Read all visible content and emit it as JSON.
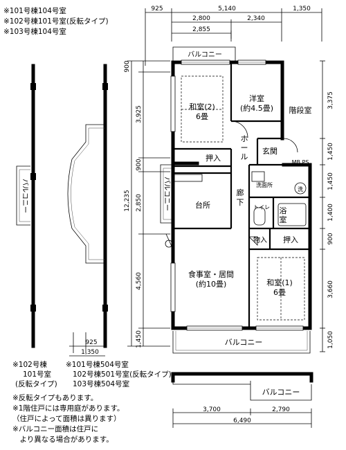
{
  "notes_top": [
    "※101号棟104号室",
    "※102号棟101号室(反転タイプ)",
    "※103号棟104号室"
  ],
  "dims_top": {
    "d925": "925",
    "d5140": "5,140",
    "d1350": "1,350",
    "d2800": "2,800",
    "d2340": "2,340",
    "d2855": "2,855"
  },
  "dims_left": {
    "d900": "900",
    "d3925": "3,925",
    "d900b": "900",
    "d2850": "2,850",
    "d12235": "12,235",
    "d4560": "4,560",
    "d1450": "1,450"
  },
  "dims_right": {
    "d3375": "3,375",
    "d1450": "1,450",
    "d1450b": "1,450",
    "d1400": "1,400",
    "d900": "900",
    "d3660": "3,660",
    "d1050": "1,050"
  },
  "dims_bottom": {
    "d3700": "3,700",
    "d2790": "2,790",
    "d6490": "6,490"
  },
  "dims_mid": {
    "d925": "925",
    "d1350": "1,350"
  },
  "rooms": {
    "washitsu2_name": "和室(2)",
    "washitsu2_size": "6畳",
    "yoshitsu_name": "洋室",
    "yoshitsu_size": "(約4.5畳)",
    "kaidan": "階段室",
    "hall1": "ホ",
    "hall2": "ー",
    "hall3": "ル",
    "genkan": "玄関",
    "oshiire_a": "押入",
    "mb_ps": "MB  PS",
    "senmenjo": "洗面所",
    "sentaku": "洗",
    "daidokoro": "台所",
    "roka1": "廊",
    "roka2": "下",
    "toilet": "トイレ",
    "yokushitsu1": "浴",
    "yokushitsu2": "室",
    "mono": "物入",
    "oshiire_b": "押入",
    "ldk_name": "食事室・居間",
    "ldk_size": "(約10畳)",
    "washitsu1_name": "和室(1)",
    "washitsu1_size": "6畳",
    "balcony_top": "バルコニー",
    "balcony_left": "バルコニー",
    "balcony_bottom": "バルコニー",
    "balcony_far_left": "バルコニー",
    "balcony_small": "バルコニー"
  },
  "notes_bottom_left": [
    "※102号棟",
    "101号室",
    "(反転タイプ)"
  ],
  "notes_bottom_mid": [
    "※101号棟504号室",
    "102号棟501号室(反転タイプ)",
    "103号棟504号室"
  ],
  "notes_footer": [
    "※反転タイプもあります。",
    "※1階住戸には専用庭があります。",
    "（住戸によって面積は異ります）",
    "※バルコニー面積は住戸に",
    "　より異なる場合があります。"
  ]
}
